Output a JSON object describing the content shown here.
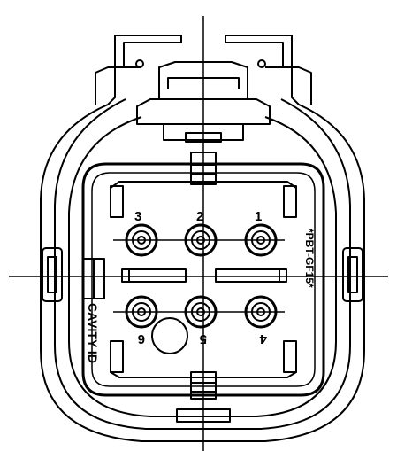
{
  "connector": {
    "pins": [
      {
        "number": "1"
      },
      {
        "number": "2"
      },
      {
        "number": "3"
      },
      {
        "number": "4"
      },
      {
        "number": "5"
      },
      {
        "number": "6"
      }
    ],
    "cavity_id_label": "CAVITY ID",
    "material_label": "*PBT-GF15*"
  },
  "colors": {
    "ink": "#000000",
    "background": "#ffffff"
  }
}
